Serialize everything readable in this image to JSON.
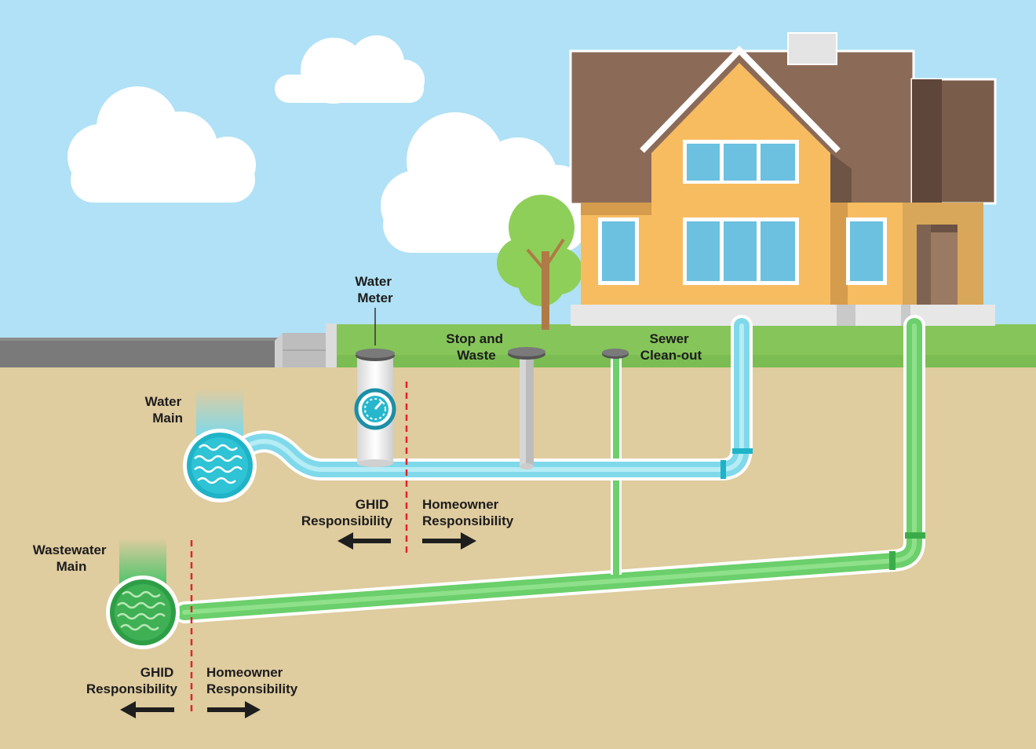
{
  "diagram": {
    "title": "Water and sewer service line responsibility",
    "colors": {
      "sky": "#b0e1f6",
      "cloud": "#ffffff",
      "grass": "#86c55a",
      "soil": "#dfcc9f",
      "road": "#7a7a7a",
      "water_pipe": "#7fd9ea",
      "water_pipe_dark": "#1fb3c7",
      "sewer_pipe": "#6bcf6b",
      "sewer_pipe_dark": "#2e9e46",
      "boundary_line": "#e0242b",
      "house_wall": "#f7bc60",
      "house_roof": "#8b6b58",
      "arrow": "#1e1e1e"
    },
    "labels": {
      "water_meter": [
        "Water",
        "Meter"
      ],
      "stop_and_waste": [
        "Stop and",
        "Waste"
      ],
      "sewer_cleanout": [
        "Sewer",
        "Clean-out"
      ],
      "water_main": [
        "Water",
        "Main"
      ],
      "wastewater_main": [
        "Wastewater",
        "Main"
      ]
    },
    "responsibility": {
      "water_line": {
        "left": [
          "GHID",
          "Responsibility"
        ],
        "right": [
          "Homeowner",
          "Responsibility"
        ]
      },
      "sewer_line": {
        "left": [
          "GHID",
          "Responsibility"
        ],
        "right": [
          "Homeowner",
          "Responsibility"
        ]
      }
    }
  }
}
